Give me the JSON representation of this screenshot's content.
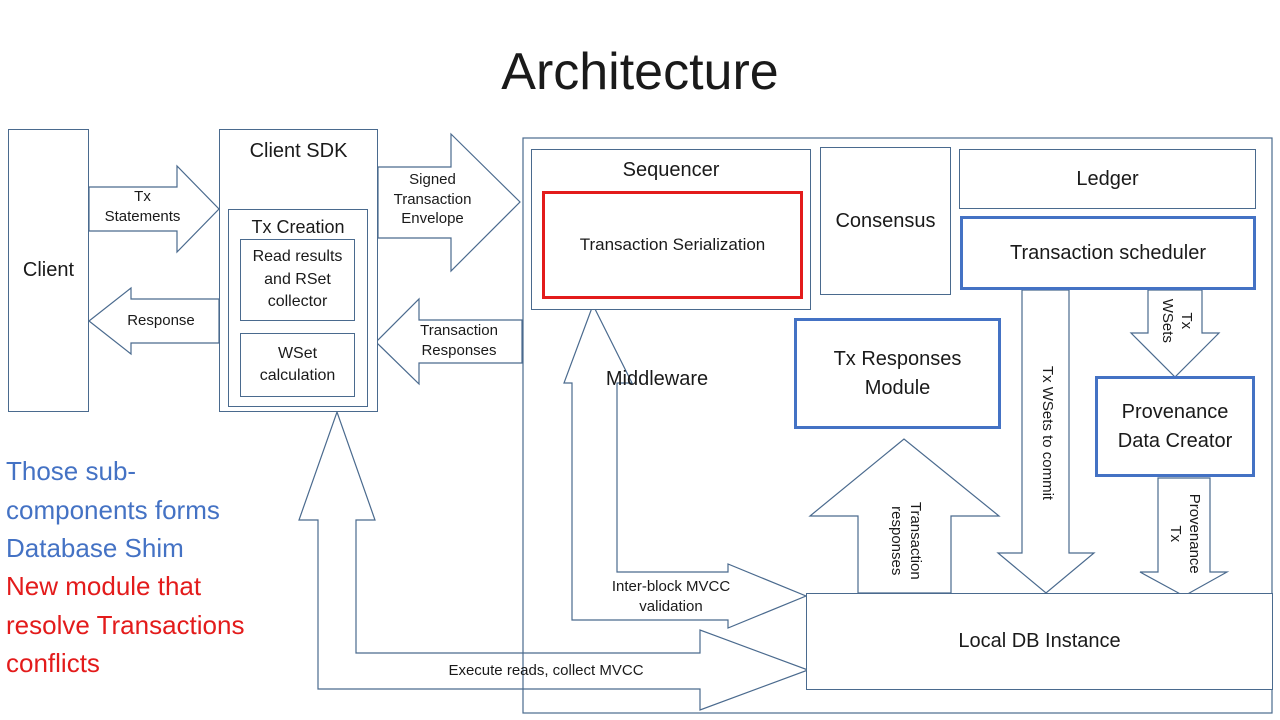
{
  "title": "Architecture",
  "boxes": {
    "client": "Client",
    "client_sdk": "Client SDK",
    "tx_creation": "Tx Creation",
    "read_results": "Read results and RSet collector",
    "wset_calc": "WSet calculation",
    "sequencer": "Sequencer",
    "tx_serialization": "Transaction Serialization",
    "consensus": "Consensus",
    "ledger": "Ledger",
    "tx_scheduler": "Transaction scheduler",
    "middleware": "Middleware",
    "tx_responses_module": "Tx Responses Module",
    "provenance_creator": "Provenance Data Creator",
    "local_db": "Local DB Instance"
  },
  "arrows": {
    "tx_statements": "Tx Statements",
    "response": "Response",
    "signed_envelope": "Signed Transaction Envelope",
    "tx_responses": "Transaction Responses",
    "inter_block": "Inter-block MVCC validation",
    "execute_reads": "Execute reads, collect MVCC",
    "transaction_responses_vert": "Transaction responses",
    "tx_wsets_commit": "Tx WSets to commit",
    "tx_wsets": "Tx WSets",
    "provenance_tx": "Provenance Tx"
  },
  "notes": {
    "shim_text": "Those sub-components forms Database Shim",
    "new_module_text": "New module that resolve Transactions conflicts"
  },
  "colors": {
    "blue_accent": "#4472c4",
    "red_accent": "#e31b1b",
    "thin_border": "#4a6a8e"
  }
}
